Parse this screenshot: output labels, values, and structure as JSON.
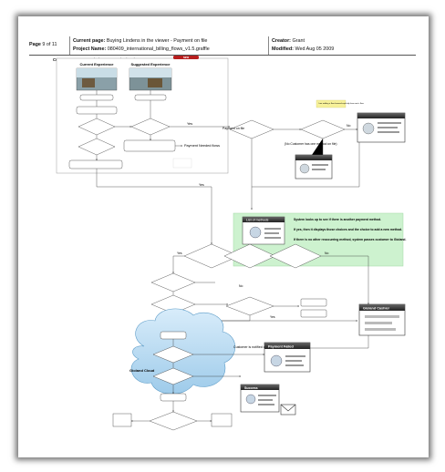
{
  "header": {
    "page_label": "Page",
    "page_num": "9 of 11",
    "current_page_label": "Current page:",
    "current_page": "Buying Lindens in the viewer - Payment on file",
    "project_label": "Project Name:",
    "project_name": "080409_international_billing_flows_v1.5.graffle",
    "creator_label": "Creator:",
    "creator": "Grant",
    "modified_label": "Modified:",
    "modified": "Wed Aug 05 2009"
  },
  "diagram": {
    "section_title": "Customer uses \"Buy Lindens\" menu in the viewer:",
    "current_experience": "Current Experience",
    "suggested_experience": "Suggested Experience",
    "new_badge": "NEW",
    "labels": {
      "yes": "Yes",
      "no": "No",
      "payment_on_file": "Payment on file",
      "payment_needed": "Payment Needed flows",
      "no_customer_fee": "(No Customer has one method on file)",
      "list_of_methods": "List of methods",
      "method_info_1": "System looks up to see if there is another payment method.",
      "method_info_2": "If yes, then it displays those choices and the choice to add a new method.",
      "method_info_3": "If there is no other reoccurring method, system passes customer to Gioland.",
      "gioland_cashier": "Gioland Cashier",
      "payment_failed": "Payment Failed",
      "gioland_cloud": "Gioland Cloud",
      "customer_notified": "Customer is notified of transaction failure and reason",
      "success": "Success",
      "sticky_note": "I am adding a flow forward explicitly from one's flow"
    }
  }
}
